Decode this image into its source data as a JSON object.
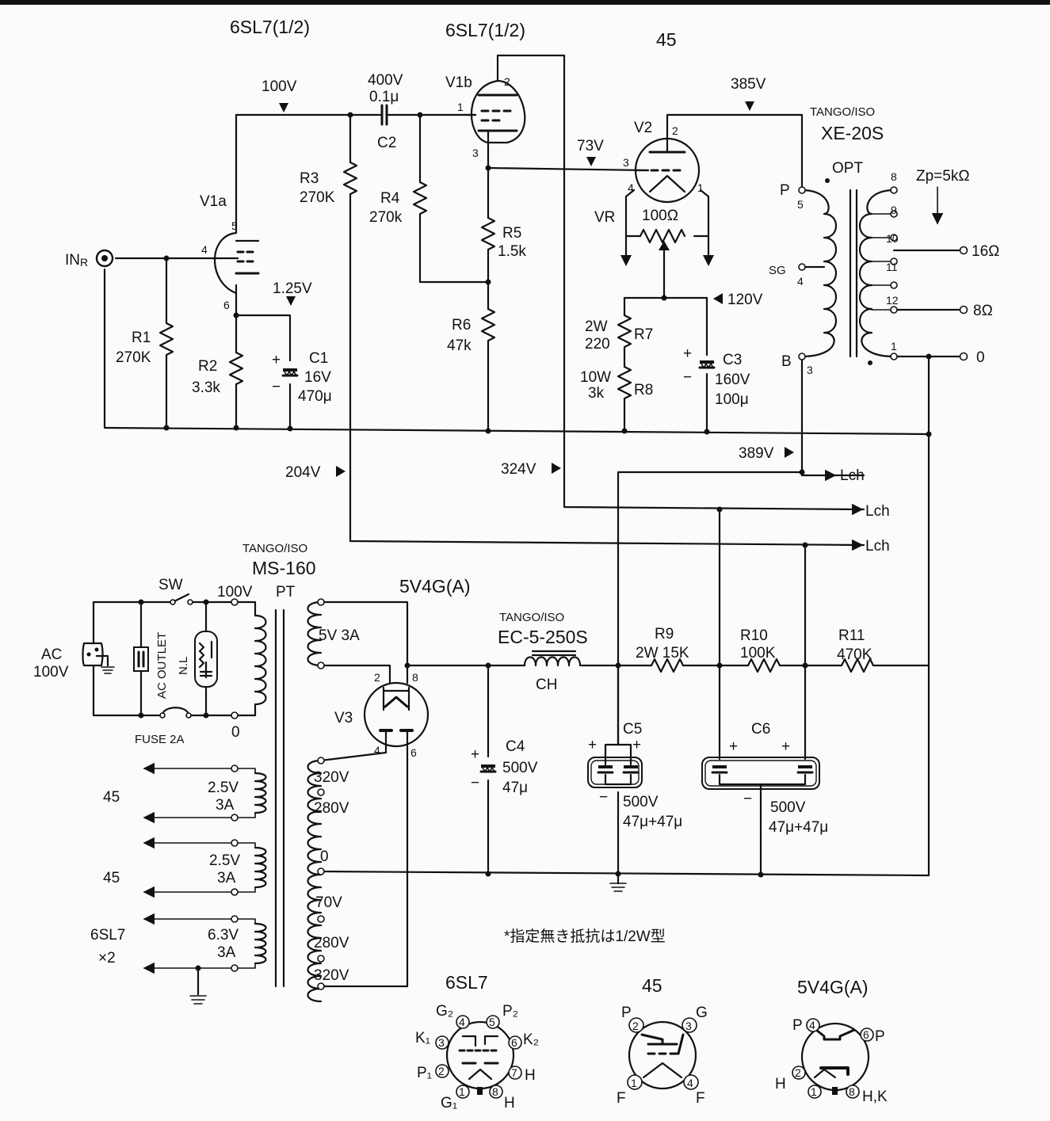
{
  "tubes": {
    "v1a_type": "6SL7(1/2)",
    "v1b_type": "6SL7(1/2)",
    "v2_type": "45",
    "v1a": "V1a",
    "v1b": "V1b",
    "v2": "V2",
    "v3": "V3",
    "rectifier_type": "5V4G(A)"
  },
  "components": {
    "r1": {
      "name": "R1",
      "value": "270K"
    },
    "r2": {
      "name": "R2",
      "value": "3.3k"
    },
    "r3": {
      "name": "R3",
      "value": "270K"
    },
    "r4": {
      "name": "R4",
      "value": "270k"
    },
    "r5": {
      "name": "R5",
      "value": "1.5k"
    },
    "r6": {
      "name": "R6",
      "value": "47k"
    },
    "r7": {
      "name": "R7",
      "power": "2W",
      "value": "220"
    },
    "r8": {
      "name": "R8",
      "power": "10W",
      "value": "3k"
    },
    "r9": {
      "name": "R9",
      "value": "2W 15K"
    },
    "r10": {
      "name": "R10",
      "value": "100K"
    },
    "r11": {
      "name": "R11",
      "value": "470K"
    },
    "c1": {
      "name": "C1",
      "voltage": "16V",
      "value": "470μ"
    },
    "c2": {
      "name": "C2",
      "voltage": "400V",
      "value": "0.1μ"
    },
    "c3": {
      "name": "C3",
      "voltage": "160V",
      "value": "100μ"
    },
    "c4": {
      "name": "C4",
      "voltage": "500V",
      "value": "47μ"
    },
    "c5": {
      "name": "C5",
      "voltage": "500V",
      "value": "47μ+47μ"
    },
    "c6": {
      "name": "C6",
      "voltage": "500V",
      "value": "47μ+47μ"
    },
    "vr": {
      "name": "VR",
      "value": "100Ω"
    }
  },
  "voltages": {
    "v100": "100V",
    "v125": "1.25V",
    "v385": "385V",
    "v73": "73V",
    "v120": "120V",
    "v204": "204V",
    "v324": "324V",
    "v389": "389V"
  },
  "opt": {
    "brand": "TANGO/ISO",
    "model": "XE-20S",
    "label": "OPT",
    "zp": "Zp=5kΩ",
    "p": "P",
    "sg": "SG",
    "b": "B",
    "pin_p": "5",
    "pin_sg": "4",
    "pin_b": "3",
    "sec_pins": [
      "8",
      "9",
      "10",
      "11",
      "12",
      "1"
    ],
    "out_16": "16Ω",
    "out_8": "8Ω",
    "out_0": "0"
  },
  "power": {
    "pt_brand": "TANGO/ISO",
    "pt_model": "MS-160",
    "pt_label": "PT",
    "sw": "SW",
    "ac": "AC",
    "ac_volt": "100V",
    "ac_outlet": "AC OUTLET",
    "nl": "N.L",
    "fuse": "FUSE 2A",
    "prim_100": "100V",
    "prim_0": "0",
    "sec_5v": "5V 3A",
    "sec_2_5a_v": "2.5V",
    "sec_2_5a_a": "3A",
    "sec_2_5b_v": "2.5V",
    "sec_2_5b_a": "3A",
    "sec_6_3_v": "6.3V",
    "sec_6_3_a": "3A",
    "heater_45a": "45",
    "heater_45b": "45",
    "heater_6sl7": "6SL7",
    "heater_6sl7_count": "×2",
    "taps": [
      "320V",
      "280V",
      "0",
      "70V",
      "280V",
      "320V"
    ],
    "ch_brand": "TANGO/ISO",
    "ch_model": "EC-5-250S",
    "ch": "CH",
    "lch": "Lch",
    "in_label": "IN",
    "in_sub": "R"
  },
  "note": "*指定無き抵抗は1/2W型",
  "pinouts": {
    "sl7": {
      "title": "6SL7",
      "g2": "G₂",
      "p2": "P₂",
      "k1": "K₁",
      "k2": "K₂",
      "p1": "P₁",
      "h1": "H",
      "g1": "G₁",
      "h2": "H"
    },
    "t45": {
      "title": "45",
      "p": "P",
      "g": "G",
      "f1": "F",
      "f2": "F"
    },
    "v4g": {
      "title": "5V4G(A)",
      "p1": "P",
      "p2": "P",
      "h": "H",
      "hk": "H,K"
    }
  }
}
